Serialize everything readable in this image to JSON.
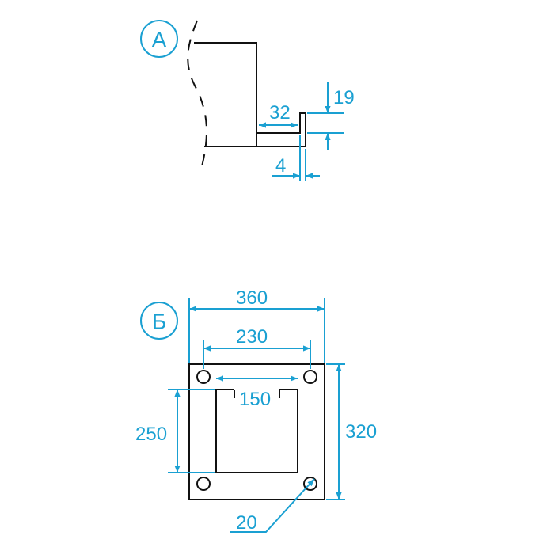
{
  "colors": {
    "dimension": "#1aa0d2",
    "outline": "#111111"
  },
  "view_a": {
    "label": "А",
    "dims": {
      "width": "32",
      "height": "19",
      "thickness": "4"
    }
  },
  "view_b": {
    "label": "Б",
    "dims": {
      "overall_width": "360",
      "hole_spacing_x": "230",
      "opening_width": "150",
      "opening_height": "250",
      "overall_height": "320",
      "hole_diameter": "20"
    }
  }
}
